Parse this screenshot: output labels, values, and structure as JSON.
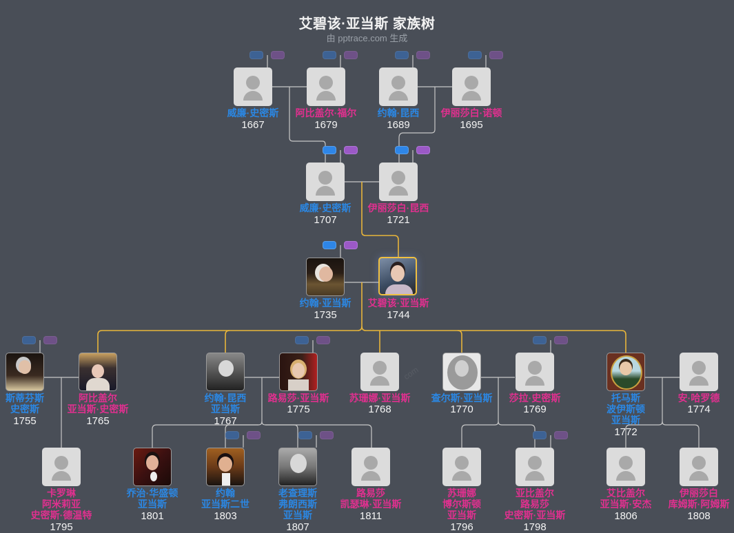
{
  "header": {
    "title": "艾碧该·亚当斯 家族树",
    "subtitle": "由 pptrace.com 生成"
  },
  "watermark": "com",
  "colors": {
    "background": "#494e57",
    "male_name": "#2b87e3",
    "female_name": "#e0308f",
    "focal_line": "#e8b53a",
    "line": "#c8c8c8",
    "expand_father_badge": "#2e86e8",
    "expand_mother_badge": "#9b59c6"
  },
  "people": {
    "p1": {
      "name": "威廉·史密斯",
      "year": "1667",
      "gender": "male",
      "photo": "placeholder"
    },
    "p2": {
      "name": "阿比盖尔·福尔",
      "year": "1679",
      "gender": "female",
      "photo": "placeholder"
    },
    "p3": {
      "name": "约翰·昆西",
      "year": "1689",
      "gender": "male",
      "photo": "placeholder"
    },
    "p4": {
      "name": "伊丽莎白·诺顿",
      "year": "1695",
      "gender": "female",
      "photo": "placeholder"
    },
    "p5": {
      "name": "威廉·史密斯",
      "year": "1707",
      "gender": "male",
      "photo": "placeholder"
    },
    "p6": {
      "name": "伊丽莎白·昆西",
      "year": "1721",
      "gender": "female",
      "photo": "placeholder"
    },
    "p7": {
      "name": "约翰·亚当斯",
      "year": "1735",
      "gender": "male",
      "photo": "portrait"
    },
    "p8": {
      "name": "艾碧该·亚当斯",
      "year": "1744",
      "gender": "female",
      "photo": "portrait",
      "focal": true
    },
    "p9": {
      "name_l1": "斯蒂芬斯",
      "name_l2": "史密斯",
      "year": "1755",
      "gender": "male",
      "photo": "portrait"
    },
    "p10": {
      "name_l1": "阿比盖尔",
      "name_l2": "亚当斯·史密斯",
      "year": "1765",
      "gender": "female",
      "photo": "portrait"
    },
    "p11": {
      "name_l1": "约翰·昆西",
      "name_l2": "亚当斯",
      "year": "1767",
      "gender": "male",
      "photo": "portrait"
    },
    "p12": {
      "name": "路易莎·亚当斯",
      "year": "1775",
      "gender": "female",
      "photo": "portrait"
    },
    "p13": {
      "name": "苏珊娜·亚当斯",
      "year": "1768",
      "gender": "female",
      "photo": "placeholder"
    },
    "p14": {
      "name": "查尔斯·亚当斯",
      "year": "1770",
      "gender": "male",
      "photo": "portrait"
    },
    "p15": {
      "name": "莎拉·史密斯",
      "year": "1769",
      "gender": "female",
      "photo": "placeholder"
    },
    "p16": {
      "name_l1": "托马斯",
      "name_l2": "波伊斯顿",
      "name_l3": "亚当斯",
      "year": "1772",
      "gender": "male",
      "photo": "portrait"
    },
    "p17": {
      "name": "安·哈罗德",
      "year": "1774",
      "gender": "female",
      "photo": "placeholder"
    },
    "p18": {
      "name_l1": "卡罗琳",
      "name_l2": "阿米莉亚",
      "name_l3": "史密斯·德温特",
      "year": "1795",
      "gender": "female",
      "photo": "placeholder"
    },
    "p19": {
      "name_l1": "乔治·华盛顿",
      "name_l2": "亚当斯",
      "year": "1801",
      "gender": "male",
      "photo": "portrait"
    },
    "p20": {
      "name_l1": "约翰",
      "name_l2": "亚当斯二世",
      "year": "1803",
      "gender": "male",
      "photo": "portrait"
    },
    "p21": {
      "name_l1": "老查理斯",
      "name_l2": "弗朗西斯",
      "name_l3": "亚当斯",
      "year": "1807",
      "gender": "male",
      "photo": "portrait"
    },
    "p22": {
      "name_l1": "路易莎",
      "name_l2": "凯瑟琳·亚当斯",
      "year": "1811",
      "gender": "female",
      "photo": "placeholder"
    },
    "p23": {
      "name_l1": "苏珊娜",
      "name_l2": "博尔斯顿",
      "name_l3": "亚当斯",
      "year": "1796",
      "gender": "female",
      "photo": "placeholder"
    },
    "p24": {
      "name_l1": "亚比盖尔",
      "name_l2": "路易莎",
      "name_l3": "史密斯·亚当斯",
      "year": "1798",
      "gender": "female",
      "photo": "placeholder"
    },
    "p25": {
      "name_l1": "艾比盖尔",
      "name_l2": "亚当斯·安杰",
      "year": "1806",
      "gender": "female",
      "photo": "placeholder"
    },
    "p26": {
      "name_l1": "伊丽莎白",
      "name_l2": "库姆斯·阿姆斯",
      "year": "1808",
      "gender": "female",
      "photo": "placeholder"
    }
  }
}
